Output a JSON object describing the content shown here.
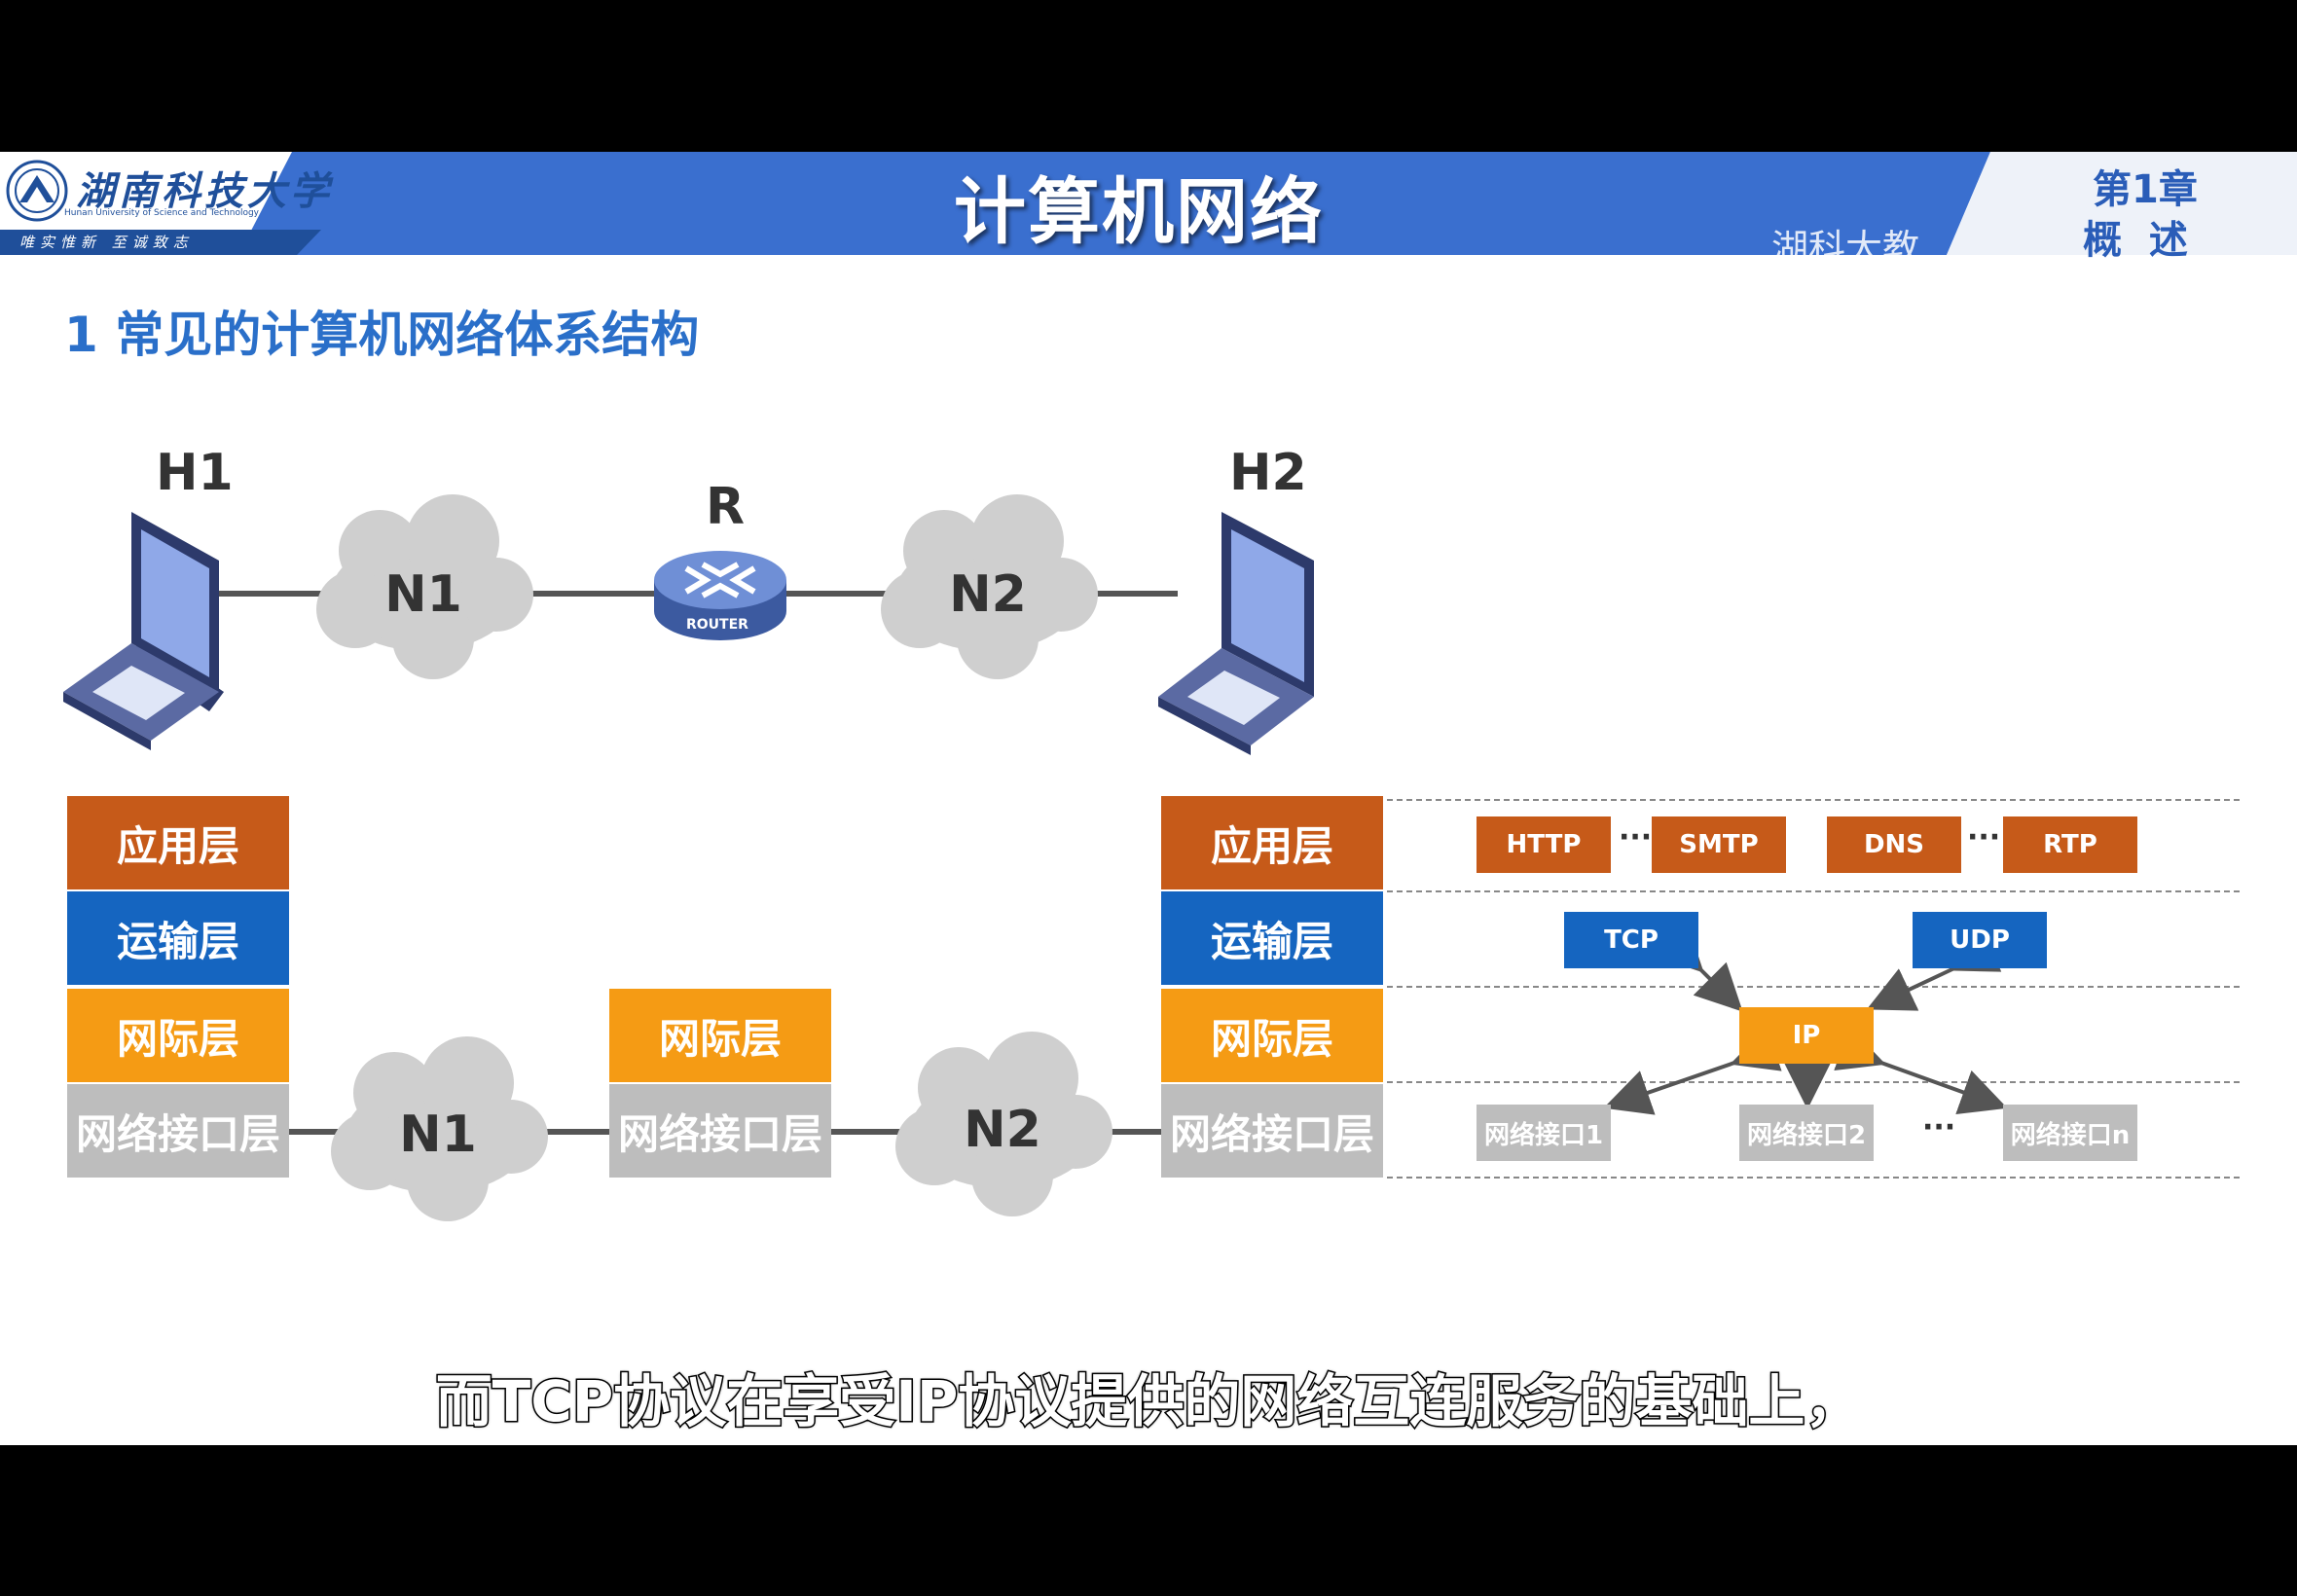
{
  "header": {
    "logo_cn": "湖南科技大学",
    "logo_en": "Hunan University of Science and Technology",
    "motto": "唯实惟新  至诚致志",
    "title": "计算机网络",
    "chapter_line1": "第1章",
    "chapter_line2": "概  述",
    "watermark": "湖科大教"
  },
  "section_heading": "1 常见的计算机网络体系结构",
  "topology": {
    "host1": "H1",
    "host2": "H2",
    "router": "R",
    "router_badge": "ROUTER",
    "network1": "N1",
    "network2": "N2"
  },
  "layers": {
    "application": "应用层",
    "transport": "运输层",
    "internet": "网际层",
    "network_interface": "网络接口层"
  },
  "protocols": {
    "app": [
      "HTTP",
      "SMTP",
      "DNS",
      "RTP"
    ],
    "transport": [
      "TCP",
      "UDP"
    ],
    "internet": "IP",
    "interfaces": [
      "网络接口1",
      "网络接口2",
      "网络接口n"
    ],
    "ellipsis": "···"
  },
  "colors": {
    "application": "#c65a19",
    "transport": "#1565c0",
    "internet": "#f59b14",
    "network_interface": "#bdbdbd",
    "banner": "#3a6fcf"
  },
  "caption": "而TCP协议在享受IP协议提供的网络互连服务的基础上，"
}
